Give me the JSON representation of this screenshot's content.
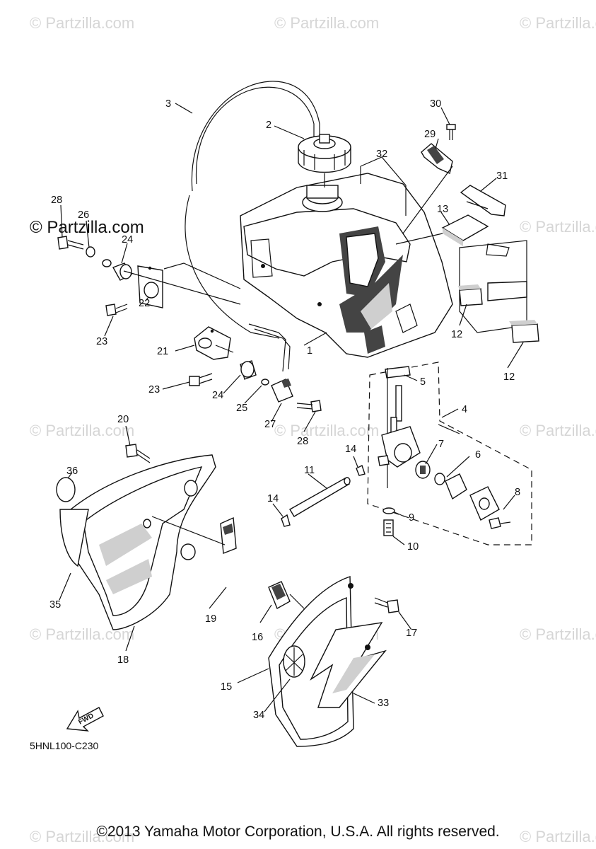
{
  "watermarks": {
    "text": "© Partzilla.com",
    "highlighted_text": "© Partzilla.com"
  },
  "diagram_code": "5HNL100-C230",
  "fwd_label": "FWD",
  "copyright": "©2013 Yamaha Motor Corporation, U.S.A. All rights reserved.",
  "part_labels": [
    "1",
    "2",
    "3",
    "4",
    "5",
    "6",
    "7",
    "8",
    "9",
    "10",
    "11",
    "12",
    "12",
    "13",
    "14",
    "14",
    "15",
    "16",
    "17",
    "19",
    "18",
    "20",
    "21",
    "22",
    "23",
    "23",
    "24",
    "24",
    "25",
    "26",
    "27",
    "28",
    "28",
    "29",
    "30",
    "31",
    "32",
    "33",
    "34",
    "35",
    "36"
  ],
  "colors": {
    "watermark": "#d6d6d6",
    "ink": "#111111"
  }
}
